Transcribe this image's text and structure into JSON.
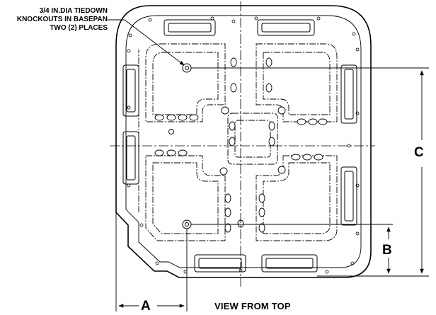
{
  "callout": {
    "line1": "3/4 IN.DIA TIEDOWN",
    "line2": "KNOCKOUTS IN BASEPAN",
    "line3": "TWO (2) PLACES"
  },
  "dimensions": {
    "a": "A",
    "b": "B",
    "c": "C"
  },
  "caption": "VIEW FROM TOP"
}
